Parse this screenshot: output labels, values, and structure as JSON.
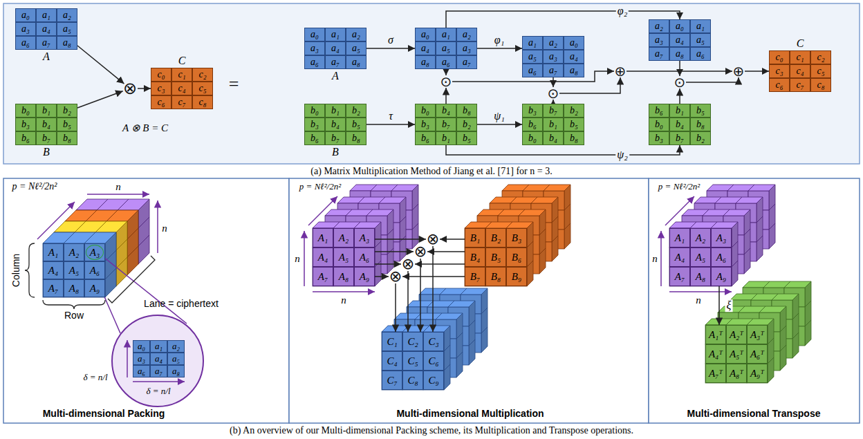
{
  "diagram": {
    "nodes": [
      {
        "text": [
          "a₀",
          "a₁",
          "a₂",
          "a₃",
          "a₄",
          "a₅",
          "a₆",
          "a₇",
          "a₈",
          "A"
        ]
      },
      {
        "text": [
          "b₀",
          "b₁",
          "b₂",
          "b₃",
          "b₄",
          "b₅",
          "b₆",
          "b₇",
          "b₈",
          "B"
        ]
      },
      {
        "text": [
          "⊗"
        ]
      },
      {
        "text": [
          "C",
          "c₀",
          "c₁",
          "c₂",
          "c₃",
          "c₄",
          "c₅",
          "c₆",
          "c₇",
          "c₈"
        ]
      },
      {
        "text": [
          "a₀",
          "a₁",
          "a₂",
          "a₃",
          "a₄",
          "a₅",
          "a₆",
          "a₇",
          "a₈",
          "A"
        ]
      },
      {
        "text": [
          "a₀",
          "a₁",
          "a₂",
          "a₄",
          "a₅",
          "a₃",
          "a₈",
          "a₆",
          "a₇"
        ]
      },
      {
        "text": [
          "a₁",
          "a₂",
          "a₀",
          "a₅",
          "a₃",
          "a₄",
          "a₆",
          "a₇",
          "a₈"
        ]
      },
      {
        "text": [
          "a₂",
          "a₀",
          "a₁",
          "a₃",
          "a₄",
          "a₅",
          "a₇",
          "a₈",
          "a₆"
        ]
      },
      {
        "text": [
          "b₀",
          "b₁",
          "b₂",
          "b₃",
          "b₄",
          "b₅",
          "b₆",
          "b₇",
          "b₈",
          "B"
        ]
      },
      {
        "text": [
          "b₀",
          "b₄",
          "b₈",
          "b₃",
          "b₇",
          "b₂",
          "b₆",
          "b₁",
          "b₅"
        ]
      },
      {
        "text": [
          "b₃",
          "b₇",
          "b₂",
          "b₆",
          "b₁",
          "b₅",
          "b₀",
          "b₄",
          "b₈"
        ]
      },
      {
        "text": [
          "b₆",
          "b₁",
          "b₅",
          "b₀",
          "b₄",
          "b₈",
          "b₃",
          "b₇",
          "b₂"
        ]
      },
      {
        "text": [
          "⊙"
        ]
      },
      {
        "text": [
          "⊙"
        ]
      },
      {
        "text": [
          "⊙"
        ]
      },
      {
        "text": [
          "⊕"
        ]
      },
      {
        "text": [
          "⊕"
        ]
      },
      {
        "text": [
          "C",
          "c₀",
          "c₁",
          "c₂",
          "c₃",
          "c₄",
          "c₅",
          "c₆",
          "c₇",
          "c₈"
        ]
      },
      {
        "text": [
          "A₁",
          "A₂",
          "A₃",
          "A₄",
          "A₅",
          "A₆",
          "A₇",
          "A₈",
          "A₉"
        ]
      },
      {
        "text": [
          "a₀",
          "a₁",
          "a₂",
          "a₃",
          "a₄",
          "a₅",
          "a₆",
          "a₇",
          "a₈"
        ]
      },
      {
        "text": [
          "A₁",
          "A₂",
          "A₃",
          "A₄",
          "A₅",
          "A₆",
          "A₇",
          "A₈",
          "A₉"
        ]
      },
      {
        "text": [
          "B₁",
          "B₂",
          "B₃",
          "B₄",
          "B₅",
          "B₆",
          "B₇",
          "B₈",
          "B₉"
        ]
      },
      {
        "text": [
          "⊗"
        ]
      },
      {
        "text": [
          "⊗"
        ]
      },
      {
        "text": [
          "⊗"
        ]
      },
      {
        "text": [
          "⊗"
        ]
      },
      {
        "text": [
          "C₁",
          "C₂",
          "C₃",
          "C₄",
          "C₅",
          "C₆",
          "C₇",
          "C₈",
          "C₉"
        ]
      },
      {
        "text": [
          "A₁",
          "A₂",
          "A₃",
          "A₄",
          "A₅",
          "A₆",
          "A₇",
          "A₈",
          "A₉"
        ]
      },
      {
        "text": [
          "A₁ᵀ",
          "A₂ᵀ",
          "A₃ᵀ",
          "A₄ᵀ",
          "A₅ᵀ",
          "A₆ᵀ",
          "A₇ᵀ",
          "A₈ᵀ",
          "A₉ᵀ"
        ]
      }
    ],
    "edges": [
      {
        "from": 0,
        "to": 2,
        "arrow": "to"
      },
      {
        "from": 1,
        "to": 2,
        "arrow": "to"
      },
      {
        "from": 2,
        "to": 3,
        "arrow": "to"
      },
      {
        "from": 4,
        "to": 5,
        "label": "σ",
        "arrow": "to"
      },
      {
        "from": 8,
        "to": 9,
        "label": "τ",
        "arrow": "to"
      },
      {
        "from": 5,
        "to": 6,
        "label": "φ₁",
        "arrow": "to"
      },
      {
        "from": 5,
        "to": 7,
        "label": "φ₂",
        "arrow": "to"
      },
      {
        "from": 9,
        "to": 10,
        "label": "ψ₁",
        "arrow": "to"
      },
      {
        "from": 9,
        "to": 11,
        "label": "ψ₂",
        "arrow": "to"
      },
      {
        "from": 5,
        "to": 12,
        "arrow": "to"
      },
      {
        "from": 9,
        "to": 12,
        "arrow": "to"
      },
      {
        "from": 6,
        "to": 13,
        "arrow": "to"
      },
      {
        "from": 10,
        "to": 13,
        "arrow": "to"
      },
      {
        "from": 7,
        "to": 14,
        "arrow": "to"
      },
      {
        "from": 11,
        "to": 14,
        "arrow": "to"
      },
      {
        "from": 12,
        "to": 15,
        "arrow": "to"
      },
      {
        "from": 13,
        "to": 15,
        "arrow": "to"
      },
      {
        "from": 15,
        "to": 16,
        "arrow": "to"
      },
      {
        "from": 14,
        "to": 16,
        "arrow": "to"
      },
      {
        "from": 16,
        "to": 17,
        "arrow": "to"
      },
      {
        "from": 20,
        "to": 22,
        "arrow": "to"
      },
      {
        "from": 20,
        "to": 23,
        "arrow": "to"
      },
      {
        "from": 20,
        "to": 24,
        "arrow": "to"
      },
      {
        "from": 20,
        "to": 25,
        "arrow": "to"
      },
      {
        "from": 21,
        "to": 22,
        "arrow": "to"
      },
      {
        "from": 21,
        "to": 23,
        "arrow": "to"
      },
      {
        "from": 21,
        "to": 24,
        "arrow": "to"
      },
      {
        "from": 21,
        "to": 25,
        "arrow": "to"
      },
      {
        "from": 22,
        "to": 26,
        "arrow": "to"
      },
      {
        "from": 23,
        "to": 26,
        "arrow": "to"
      },
      {
        "from": 24,
        "to": 26,
        "arrow": "to"
      },
      {
        "from": 25,
        "to": 26,
        "arrow": "to"
      },
      {
        "from": 27,
        "to": 28,
        "label": "ξ",
        "arrow": "to"
      }
    ],
    "labels": [
      "A ⊗ B = C",
      "=",
      "(a) Matrix Multiplication Method of Jiang et al. [71] for n = 3.",
      "p = Nℓ²/2n²",
      "n",
      "n",
      "Column",
      "Row",
      "Lane = ciphertext",
      "δ = n/l",
      "δ = n/l",
      "Multi-dimensional Packing",
      "p = Nℓ²/2n²",
      "n",
      "n",
      "Multi-dimensional Multiplication",
      "p = Nℓ²/2n²",
      "n",
      "n",
      "Multi-dimensional Transpose",
      "(b) An overview of our Multi-dimensional Packing scheme, its Multiplication and Transpose operations."
    ]
  }
}
